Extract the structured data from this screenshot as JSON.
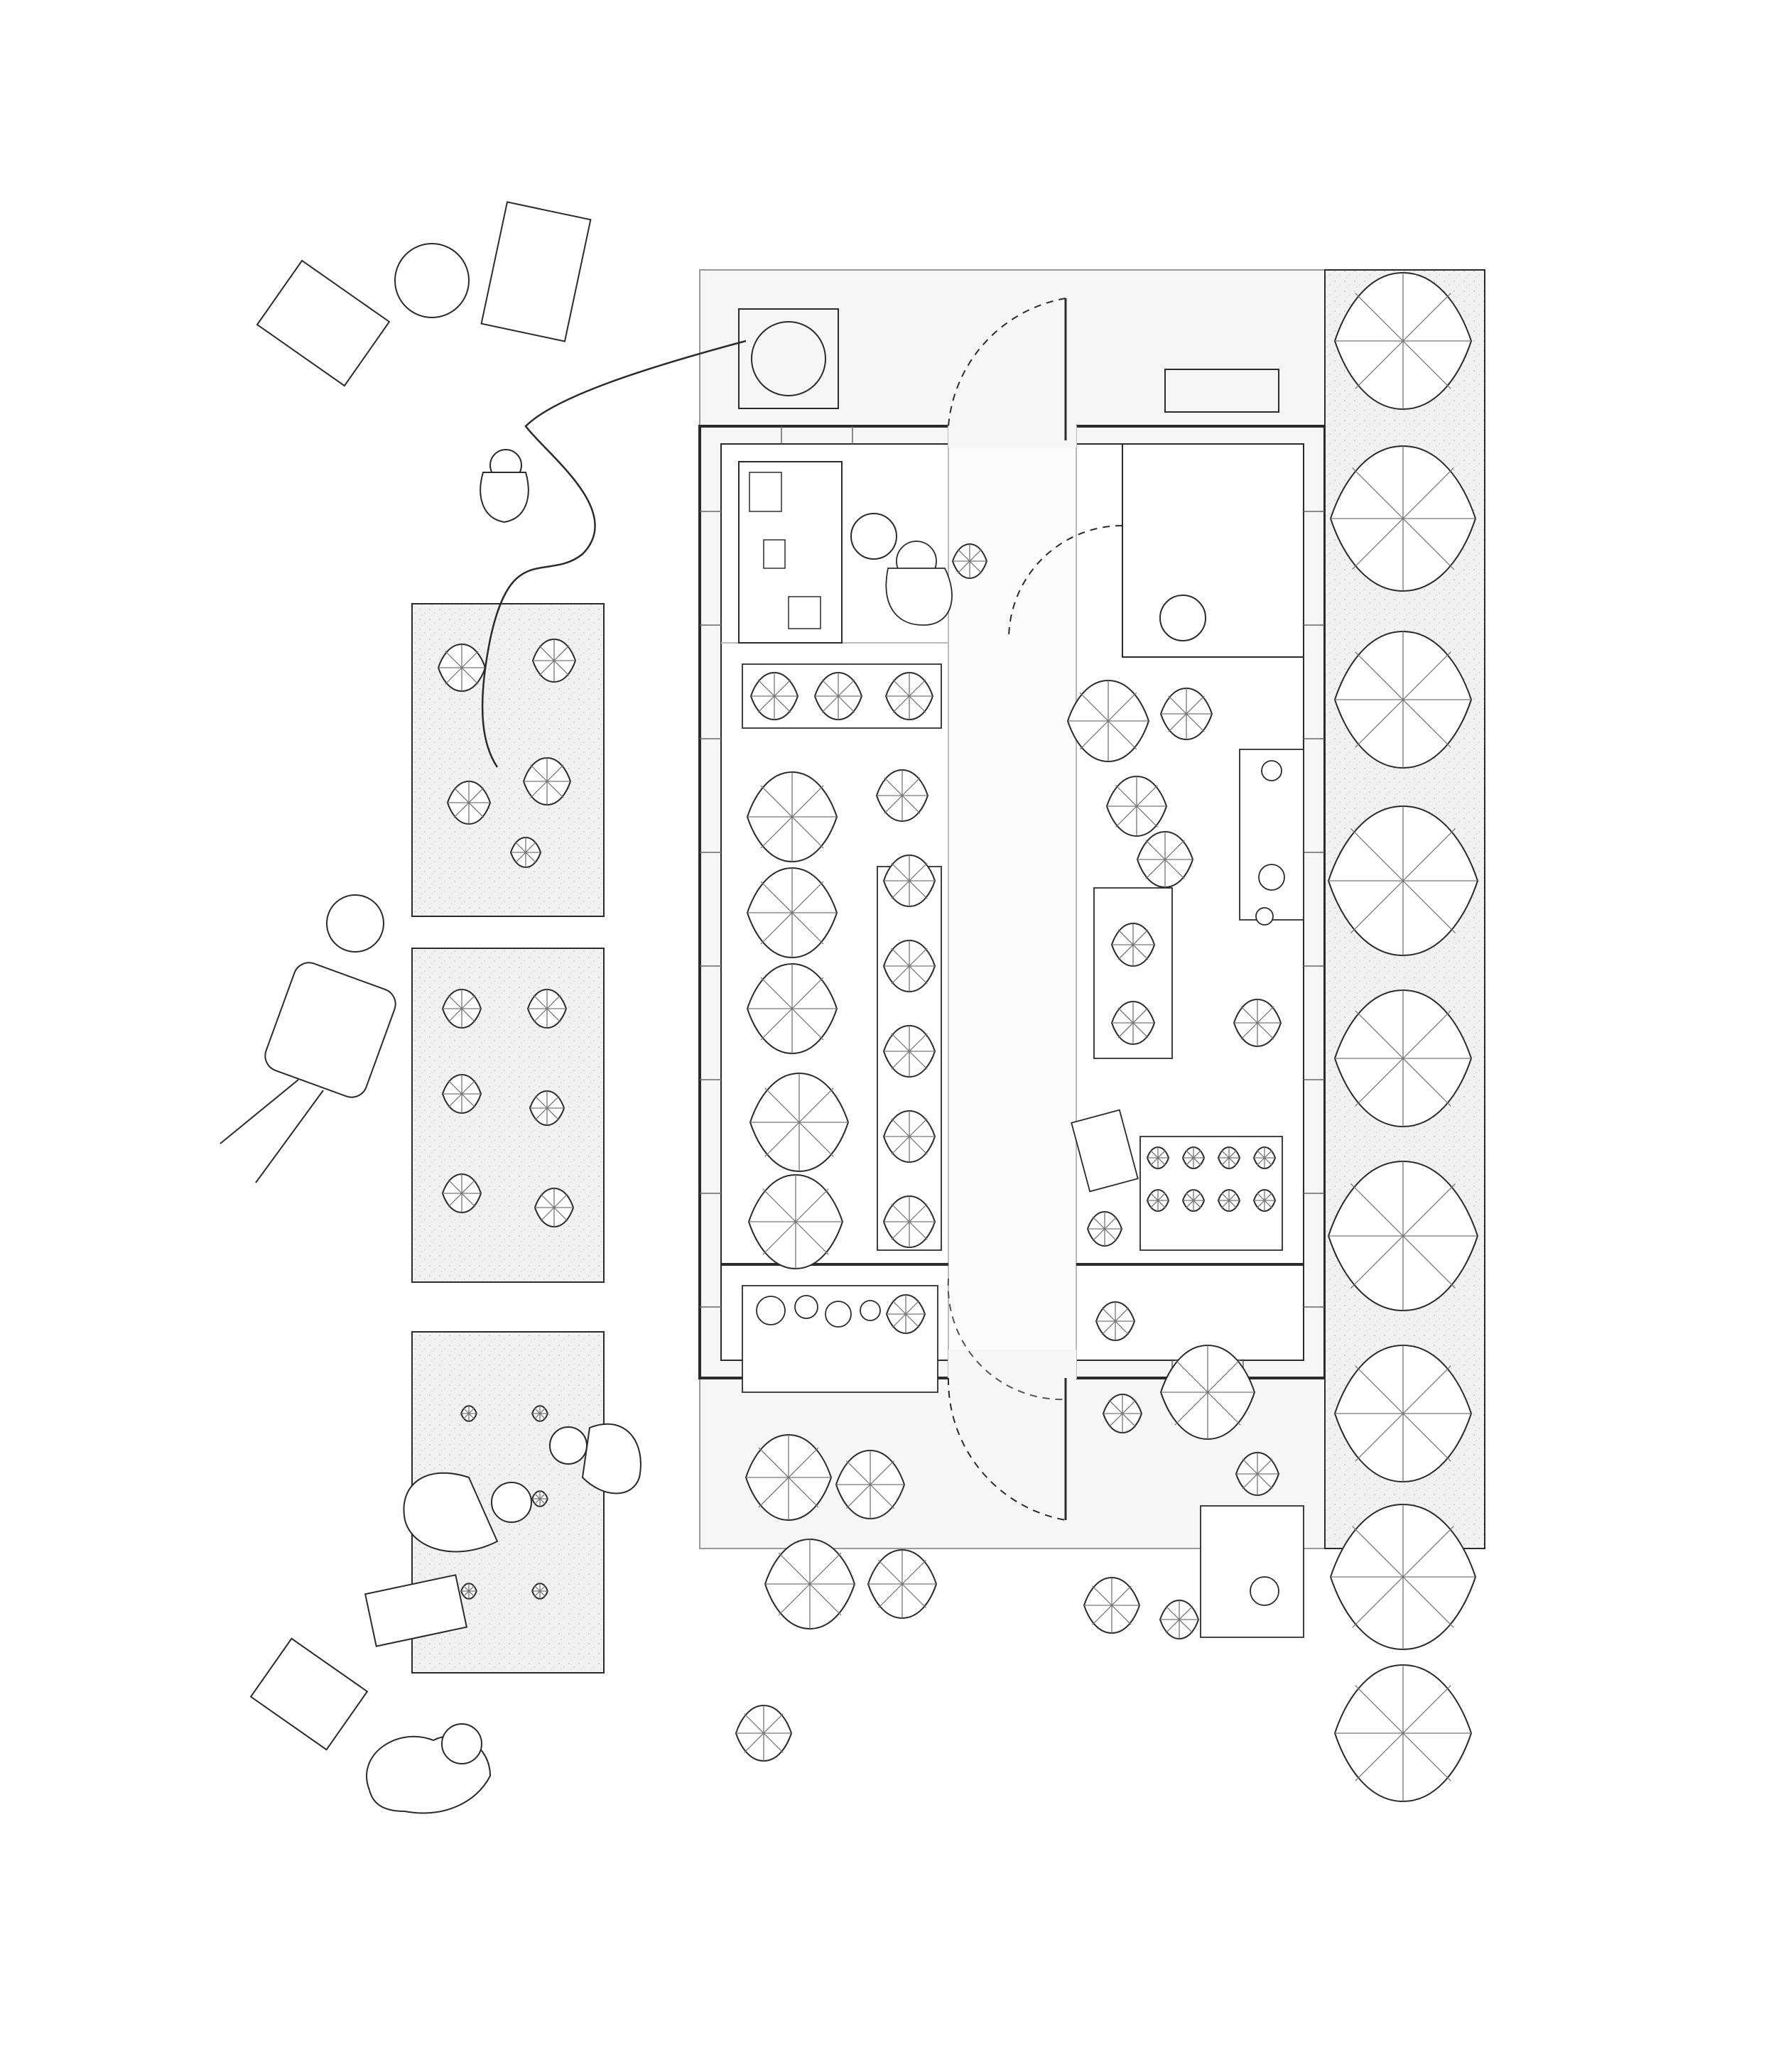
{
  "drawing": {
    "type": "architectural-floor-plan",
    "style": "line-drawing",
    "text_labels": []
  },
  "colors": {
    "background": "#ffffff",
    "line": "#2b2b2b",
    "light_line": "#8a8a8a",
    "paving": "#f4f4f4",
    "gravel": "#eeeeee"
  },
  "elements": {
    "greenhouse": "greenhouse-building",
    "garden_beds": [
      "raised-bed-upper",
      "raised-bed-middle",
      "raised-bed-lower"
    ],
    "hedge": "hedge-strip",
    "furniture": [
      "deck-chair",
      "round-table",
      "wheelbarrow",
      "step-stool",
      "water-tank"
    ],
    "figures": [
      "gardener-with-hose",
      "gardener-potting",
      "two-people-planting",
      "dog"
    ]
  }
}
